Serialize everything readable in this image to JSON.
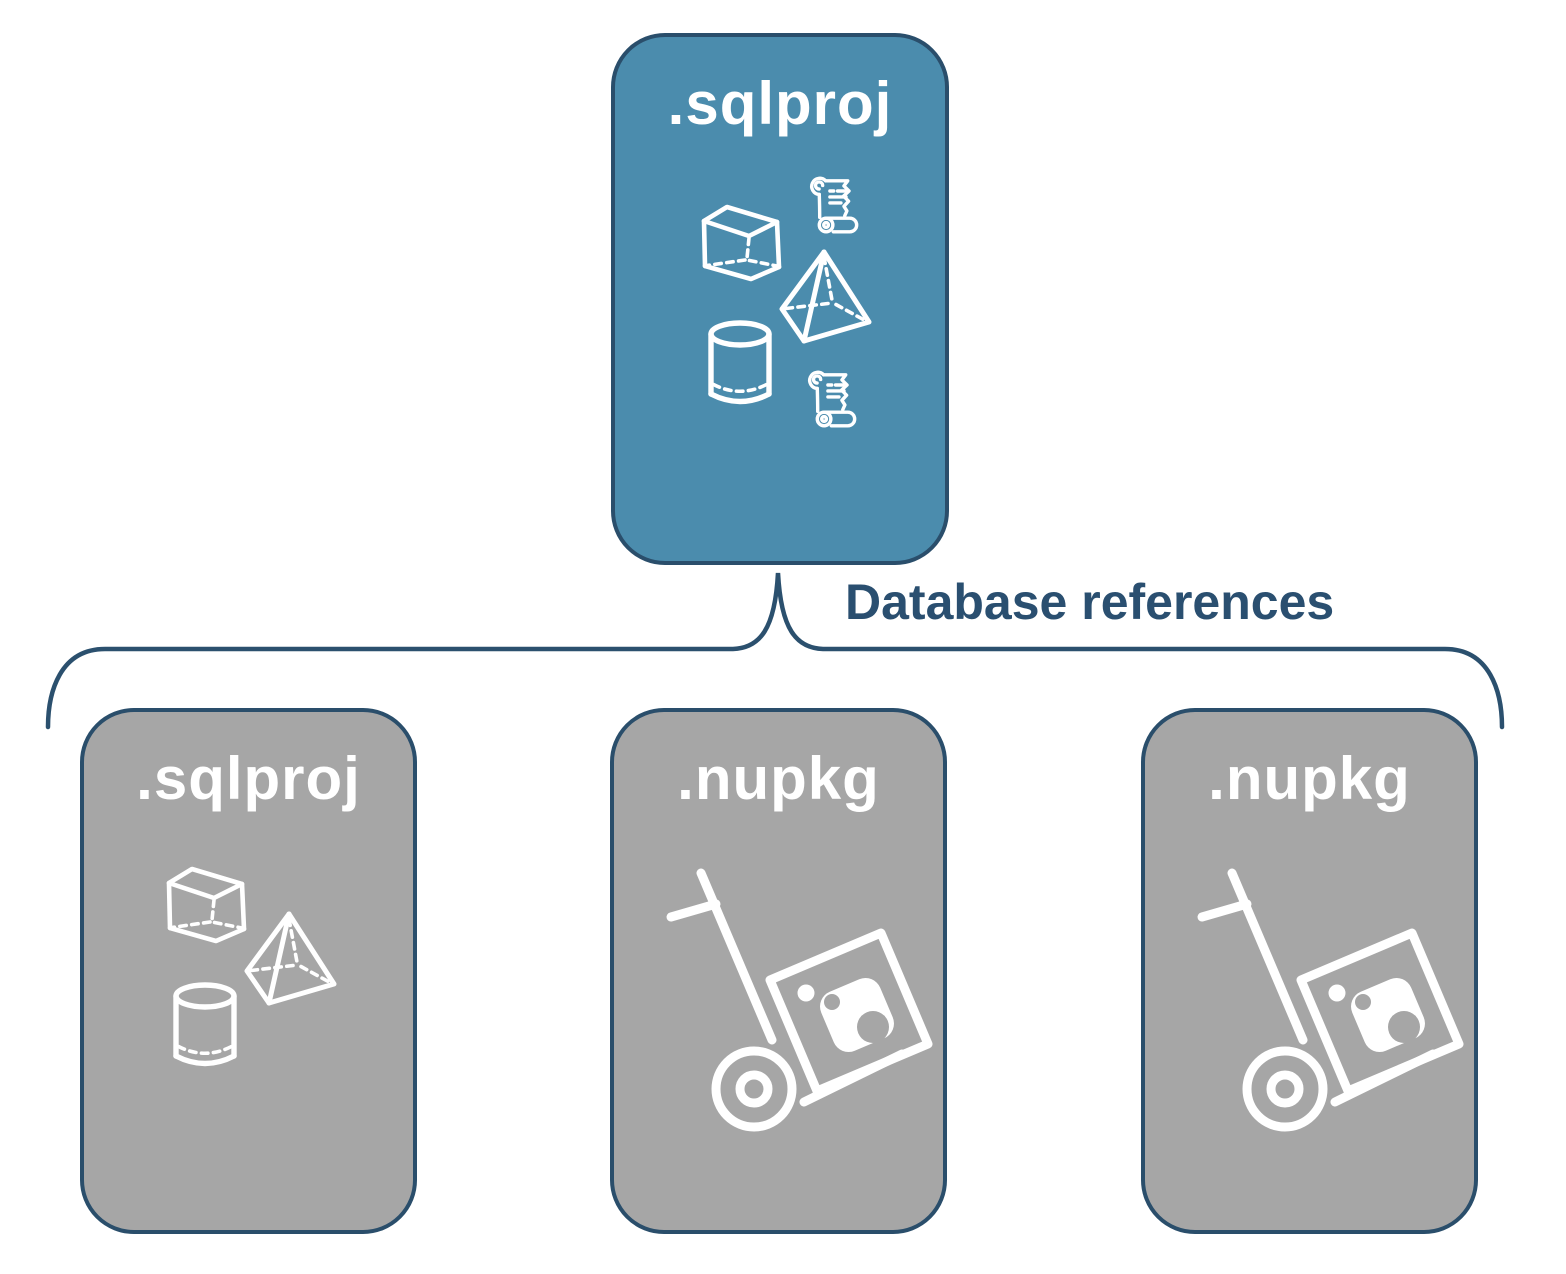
{
  "diagram": {
    "parent_card": {
      "title": ".sqlproj"
    },
    "connector_label": "Database references",
    "child_cards": [
      {
        "title": ".sqlproj"
      },
      {
        "title": ".nupkg"
      },
      {
        "title": ".nupkg"
      }
    ],
    "icons": {
      "parent": [
        "cube-icon",
        "script-scroll-icon",
        "pyramid-icon",
        "database-cylinder-icon",
        "script-scroll-icon"
      ],
      "child_sqlproj": [
        "cube-icon",
        "pyramid-icon",
        "database-cylinder-icon"
      ],
      "child_nupkg": [
        "handtruck-package-icon"
      ]
    },
    "colors": {
      "parent_fill": "#4b8cad",
      "child_fill": "#a6a6a6",
      "outline": "#2a4e6b",
      "brace": "#2b506e",
      "label_text": "#2a4f70",
      "icon_stroke": "#ffffff"
    }
  }
}
